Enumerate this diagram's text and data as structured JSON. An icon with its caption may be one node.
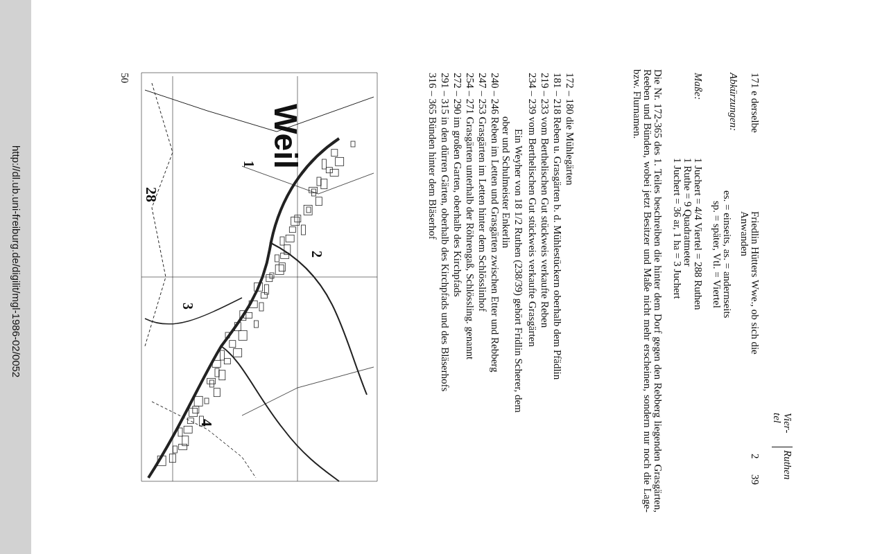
{
  "diagram": {
    "labels": [
      "Vier- tel",
      "Ruthen",
      "171 e derselbe",
      "Friedlin Hütters Wwe., ob sich die Anwanden",
      "2",
      "39",
      "Abkürzungen:",
      "es. = einseits, as. = andernseits",
      "sp. = später, Vtl. = Viertel",
      "Maße:",
      "1 Juchert = 4/4 Viertel = 288 Ruthen",
      "1 Ruthe = 9 Quadratmeter",
      "1 Juchert = 36 ar, 1 ha = 3 Juchert",
      "Die Nr. 172-365 des 1. Teiles beschreiben die hinter dem Dorf gegen den Rebberg liegenden Grasgärten, Reeben und Bünden, wobei jetzt Besitzer und Maße nicht mehr erscheinen, sondern nur noch die Lage- bzw. Flurnamen.",
      "172 – 180 die Mühlegärten",
      "181 – 218 Reben u. Grasgärten b. d. Mühlestückern oberhalb dem Pfädlin",
      "219 – 233 vom Berthelischen Gut stückweis verkaufte Reben",
      "234 – 239 vom Berthelischen Gut stückweis verkaufte Grasgärten",
      "Ein Weyher von 18 1/2 Ruthen (238/39) gehört Fridlin Scherer, dem ober und Schulmeister Enkerlin",
      "240 – 246 Reben im Letten und Grasgärten zwischen Etter und Rebberg",
      "247 – 253 Grasgärten im Letten hinter dem Schlösslinhof",
      "254 – 271 Grasgärten unterhalb der Röhrengaß, Schlössling. genannt",
      "272 – 290 im großen Garten, oberhalb des Kirchpfads",
      "291 – 315 in den dürren Gärten, oberhalb des Kirchpfads und des Bläserhofs",
      "316 – 365 Bünden hinter dem Bläserhof",
      "Weil",
      "1",
      "2",
      "3",
      "4",
      "28",
      "50",
      "http://dl.ub.uni-freiburg.de/digilit/mgl-1986-02/0052"
    ]
  }
}
